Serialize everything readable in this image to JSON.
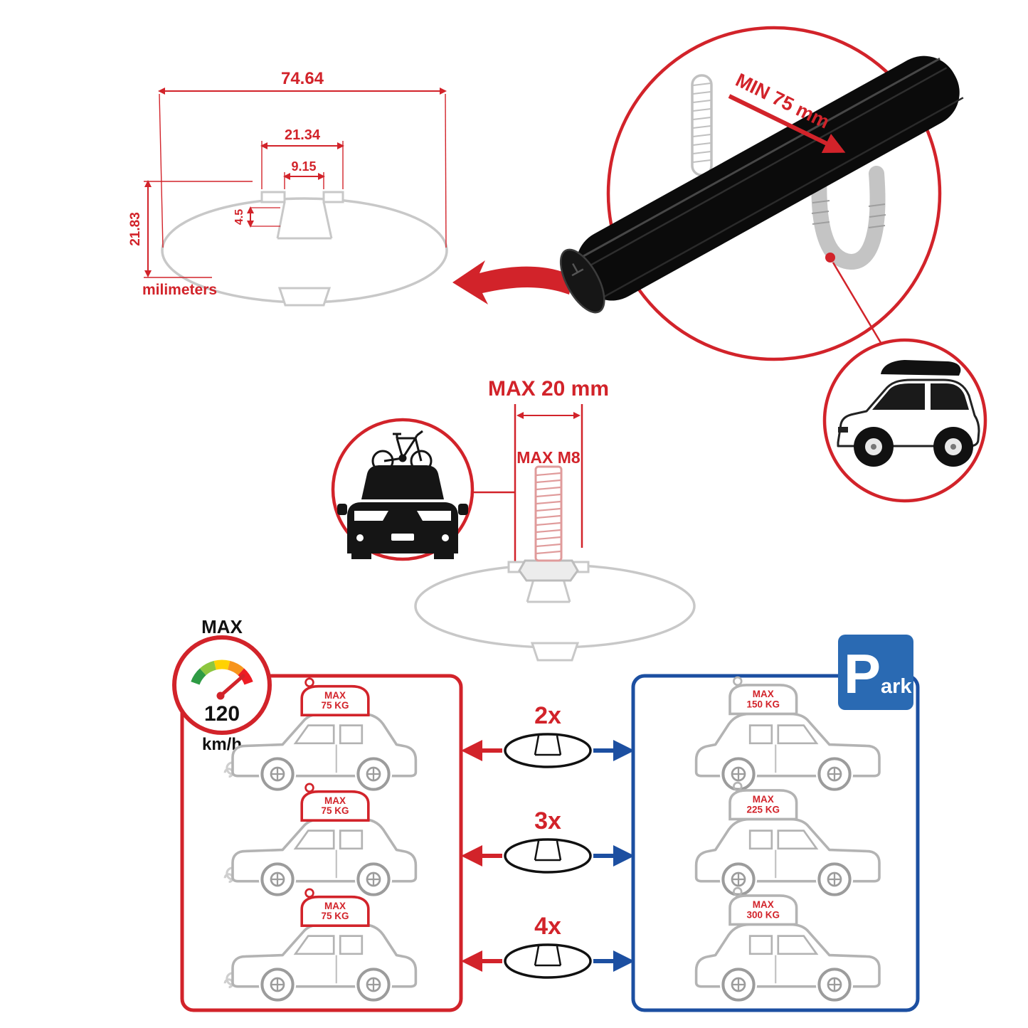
{
  "colors": {
    "red": "#d2232a",
    "blue": "#1c4fa1",
    "sign_blue": "#2a6ab3",
    "outline_gray": "#c8c8c8",
    "car_gray": "#b3b3b3",
    "black": "#111111"
  },
  "profile_dimensions": {
    "total_width": "74.64",
    "channel_outer_width": "21.34",
    "channel_inner_width": "9.15",
    "lip_height": "4.5",
    "total_height": "21.83",
    "units_label": "milimeters"
  },
  "clamp_detail": {
    "min_span_label": "MIN 75 mm"
  },
  "bolt_detail": {
    "max_length_label": "MAX 20 mm",
    "max_thread_label": "MAX M8"
  },
  "speed_limit": {
    "label": "MAX",
    "value": "120",
    "units": "km/h"
  },
  "load_panel_left": {
    "cars": [
      {
        "box_line1": "MAX",
        "box_line2": "75 KG"
      },
      {
        "box_line1": "MAX",
        "box_line2": "75 KG"
      },
      {
        "box_line1": "MAX",
        "box_line2": "75 KG"
      }
    ]
  },
  "load_panel_right": {
    "cars": [
      {
        "box_line1": "MAX",
        "box_line2": "150 KG"
      },
      {
        "box_line1": "MAX",
        "box_line2": "225 KG"
      },
      {
        "box_line1": "MAX",
        "box_line2": "300 KG"
      }
    ]
  },
  "bar_count_rows": [
    {
      "label": "2x"
    },
    {
      "label": "3x"
    },
    {
      "label": "4x"
    }
  ],
  "parking_sign": {
    "letter": "P",
    "suffix": "ark"
  }
}
